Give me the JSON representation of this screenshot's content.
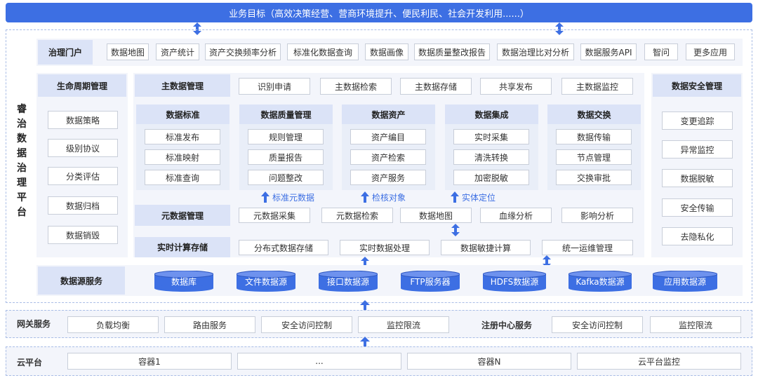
{
  "top_banner": "业务目标（高效决策经营、营商环境提升、便民利民、社会开发利用......）",
  "platform_title": [
    "睿",
    "治",
    "数",
    "据",
    "治",
    "理",
    "平",
    "台"
  ],
  "portal": {
    "label": "治理门户",
    "items": [
      "数据地图",
      "资产统计",
      "资产交换频率分析",
      "标准化数据查询",
      "数据画像",
      "数据质量整改报告",
      "数据治理比对分析",
      "数据服务API",
      "智问",
      "更多应用"
    ]
  },
  "lifecycle": {
    "title": "生命周期管理",
    "items": [
      "数据策略",
      "级别协议",
      "分类评估",
      "数据归档",
      "数据销毁"
    ]
  },
  "master_data": {
    "label": "主数据管理",
    "items": [
      "识别申请",
      "主数据检索",
      "主数据存储",
      "共享发布",
      "主数据监控"
    ]
  },
  "modules": [
    {
      "title": "数据标准",
      "items": [
        "标准发布",
        "标准映射",
        "标准查询"
      ]
    },
    {
      "title": "数据质量管理",
      "items": [
        "规则管理",
        "质量报告",
        "问题整改"
      ]
    },
    {
      "title": "数据资产",
      "items": [
        "资产编目",
        "资产检索",
        "资产服务"
      ]
    },
    {
      "title": "数据集成",
      "items": [
        "实时采集",
        "清洗转换",
        "加密脱敏"
      ]
    },
    {
      "title": "数据交换",
      "items": [
        "数据传输",
        "节点管理",
        "交换审批"
      ]
    }
  ],
  "arrow_notes": [
    "标准元数据",
    "检核对象",
    "实体定位"
  ],
  "metadata": {
    "label": "元数据管理",
    "items": [
      "元数据采集",
      "元数据检索",
      "数据地图",
      "血缘分析",
      "影响分析"
    ]
  },
  "realtime": {
    "label": "实时计算存储",
    "items": [
      "分布式数据存储",
      "实时数据处理",
      "数据敏捷计算",
      "统一运维管理"
    ]
  },
  "security": {
    "title": "数据安全管理",
    "items": [
      "变更追踪",
      "异常监控",
      "数据脱敏",
      "安全传输",
      "去隐私化"
    ]
  },
  "datasource": {
    "label": "数据源服务",
    "items": [
      "数据库",
      "文件数据源",
      "接口数据源",
      "FTP服务器",
      "HDFS数据源",
      "Kafka数据源",
      "应用数据源"
    ]
  },
  "gateway": {
    "label": "网关服务",
    "items": [
      "负载均衡",
      "路由服务",
      "安全访问控制",
      "监控限流"
    ],
    "registry_label": "注册中心服务",
    "registry_items": [
      "安全访问控制",
      "监控限流"
    ]
  },
  "cloud": {
    "label": "云平台",
    "items": [
      "容器1",
      "...",
      "容器N",
      "云平台监控"
    ]
  },
  "colors": {
    "accent": "#3d6fe3",
    "header": "#dbe3f7",
    "panel": "#f3f5fb",
    "cylinder": "#3d6fe3"
  }
}
